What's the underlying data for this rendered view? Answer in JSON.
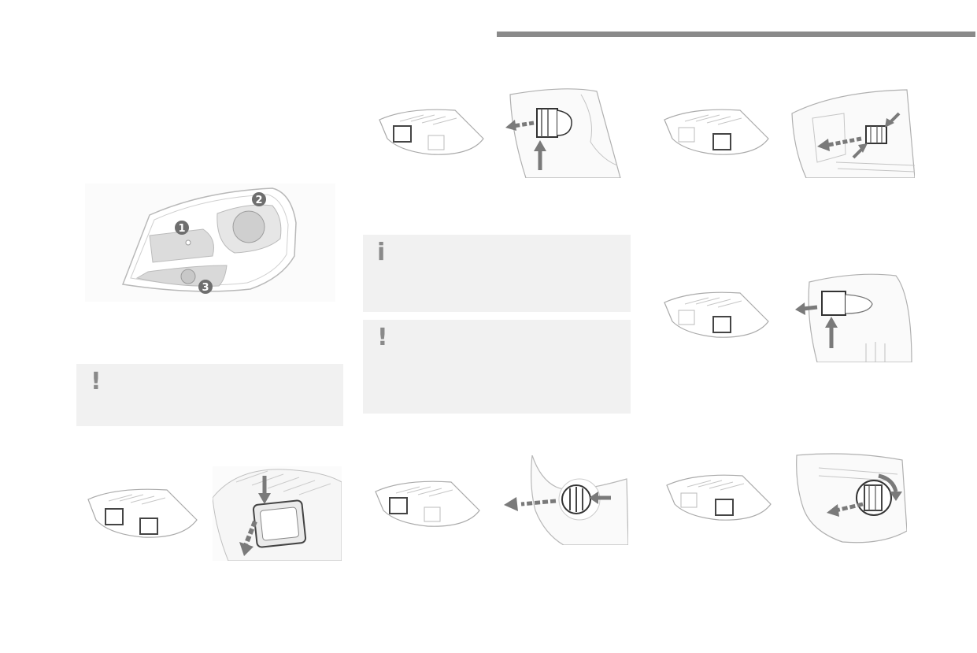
{
  "boxes": {
    "warning_left": {
      "icon": "!"
    },
    "info_middle": {
      "icon": "i"
    },
    "warning_middle": {
      "icon": "!"
    }
  },
  "headlamp_diagram": {
    "callouts": [
      "1",
      "2",
      "3"
    ]
  },
  "colors": {
    "header_bar": "#8a8a8a",
    "box_background": "#f1f1f1",
    "icon": "#8a8a8a",
    "arrow": "#7a7a7a",
    "callout": "#6e6e6e"
  }
}
